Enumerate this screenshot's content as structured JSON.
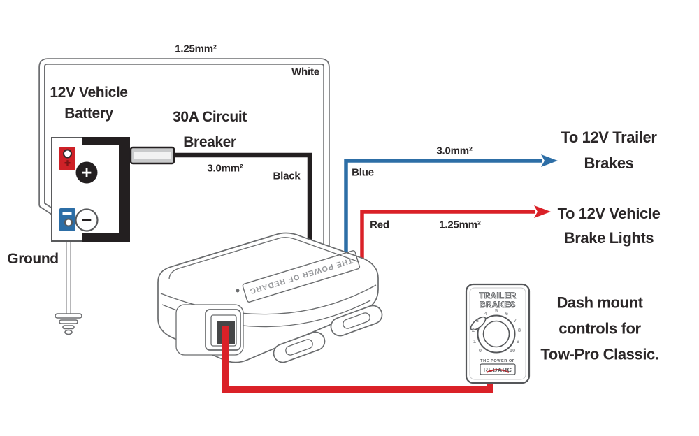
{
  "diagram": {
    "top_wire": {
      "gauge": "1.25mm²",
      "color_label": "White"
    },
    "battery": {
      "line1": "12V Vehicle",
      "line2": "Battery",
      "positive_symbol": "+",
      "negative_symbol": "−"
    },
    "breaker": {
      "line1": "30A Circuit",
      "line2": "Breaker"
    },
    "black_wire": {
      "gauge": "3.0mm²",
      "color_label": "Black"
    },
    "blue_wire": {
      "gauge": "3.0mm²",
      "color_label": "Blue",
      "destination_line1": "To 12V Trailer",
      "destination_line2": "Brakes"
    },
    "red_wire": {
      "gauge": "1.25mm²",
      "color_label": "Red",
      "destination_line1": "To 12V Vehicle",
      "destination_line2": "Brake Lights"
    },
    "ground_label": "Ground",
    "controller": {
      "branding": "THE POWER OF REDARC"
    },
    "dash_panel": {
      "title_line1": "TRAILER",
      "title_line2": "BRAKES",
      "dial_numbers": [
        "0",
        "1",
        "2",
        "3",
        "4",
        "5",
        "6",
        "7",
        "8",
        "9",
        "10"
      ],
      "footer": "THE POWER OF",
      "logo": "REDARC"
    },
    "caption": {
      "line1": "Dash mount",
      "line2": "controls for",
      "line3": "Tow-Pro Classic."
    }
  },
  "colors": {
    "wire_black": "#231f20",
    "wire_red": "#da2128",
    "wire_blue": "#2d6ea6",
    "wire_white_outline": "#6d6e71",
    "terminal_positive": "#ce2127",
    "terminal_negative": "#2d6ea6"
  }
}
